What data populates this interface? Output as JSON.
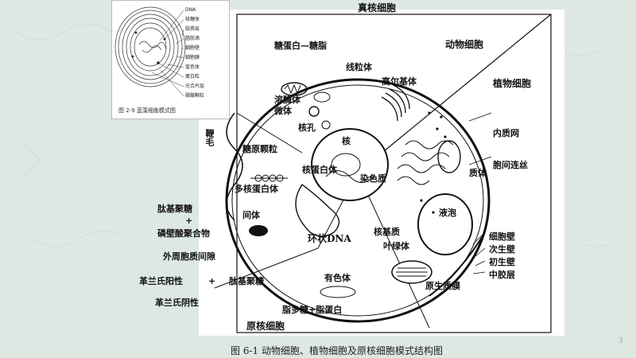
{
  "slide_number": "3",
  "inset": {
    "caption": "图 2-9  蓝藻细胞模式图",
    "labels": [
      "DNA",
      "核糖体",
      "胶质层",
      "脂肪滴",
      "细胞壁",
      "细胞膜",
      "蓝色体",
      "蛋白粒",
      "光合片层",
      "磷酸颗粒"
    ]
  },
  "figure": {
    "caption": "图 6-1   动物细胞、植物细胞及原核细胞模式结构图",
    "side_label": "鞭毛",
    "regions": {
      "eukaryote": "真核细胞",
      "animal": "动物细胞",
      "plant": "植物细胞",
      "prokaryote": "原核细胞"
    },
    "labels": {
      "glycoprotein": "糖蛋白—糖脂",
      "mitochondria": "线粒体",
      "golgi": "高尔基体",
      "lysosome": "溶酶体",
      "microbody": "微体",
      "nuclear_pore": "核孔",
      "nucleus": "核",
      "er": "内质网",
      "plasmodesma": "胞间连丝",
      "glycogen": "糖原颗粒",
      "nucleolus": "核蛋白体",
      "chromatin": "染色质",
      "plastid": "质体",
      "polysome": "多核蛋白体",
      "vacuole": "液泡",
      "mesosome": "间体",
      "peptidoglycan": "肽基聚糖",
      "plus1": "+",
      "teichoic": "磷壁酸聚合物",
      "circular_dna": "环状DNA",
      "nucleoplasm": "核基质",
      "chloroplast": "叶绿体",
      "cell_wall": "细胞壁",
      "secondary_wall": "次生壁",
      "primary_wall": "初生壁",
      "middle_lamella": "中胶层",
      "periplasm": "外周胞质间隙",
      "gram_pos": "革兰氏阳性",
      "plus2": "+",
      "peptidoglycan2": "肽基聚糖",
      "gram_neg": "革兰氏阴性",
      "chromatophore": "有色体",
      "protoplast_membrane": "原生质膜",
      "lps": "脂多糖+脂蛋白"
    }
  }
}
